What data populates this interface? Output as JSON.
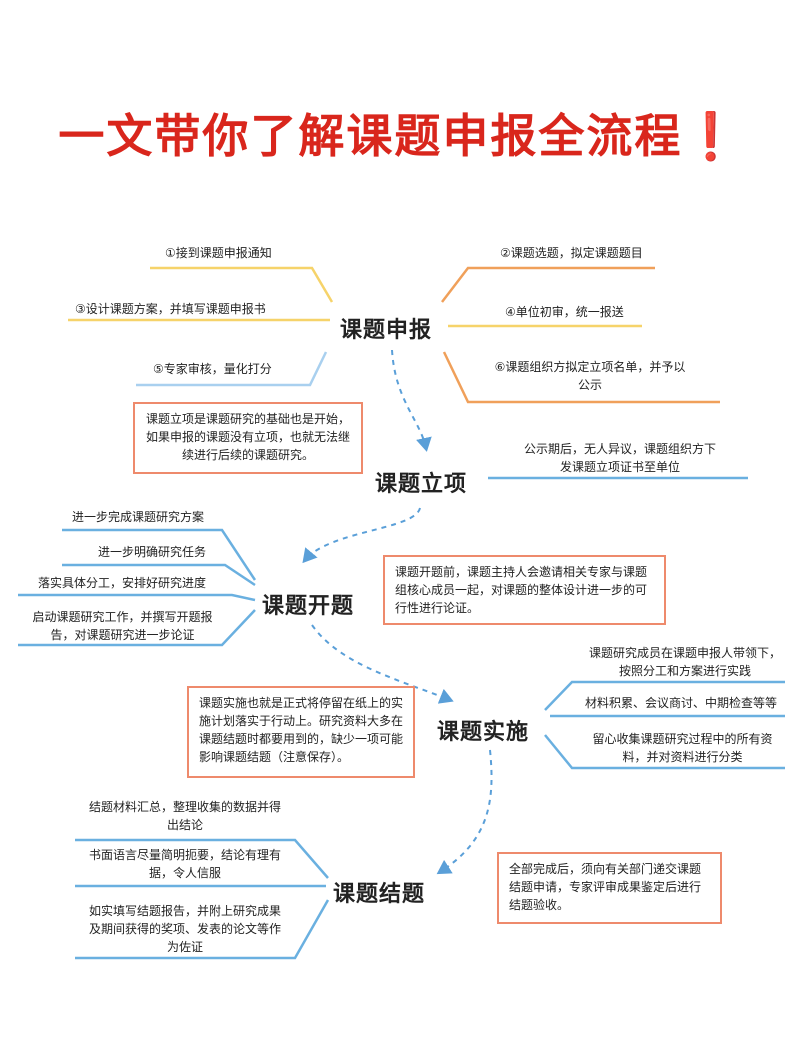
{
  "title": "一文带你了解课题申报全流程",
  "title_mark": "❗",
  "colors": {
    "title": "#d9261c",
    "yellow": "#f6d36a",
    "orange": "#f0a05a",
    "blue": "#6ab0e0",
    "box_border": "#ee8a6c",
    "dashed": "#5a9fd8"
  },
  "nodes": {
    "shenbao": "课题申报",
    "lixiang": "课题立项",
    "kaiti": "课题开题",
    "shishi": "课题实施",
    "jieti": "课题结题"
  },
  "shenbao": {
    "l1": "①接到课题申报通知",
    "l3": "③设计课题方案，并填写课题申报书",
    "l5": "⑤专家审核，量化打分",
    "r2": "②课题选题，拟定课题题目",
    "r4": "④单位初审，统一报送",
    "r6a": "⑥课题组织方拟定立项名单，并予以",
    "r6b": "公示",
    "box": "课题立项是课题研究的基础也是开始，如果申报的课题没有立项，也就无法继续进行后续的课题研究。"
  },
  "lixiang": {
    "r1a": "公示期后，无人异议，课题组织方下",
    "r1b": "发课题立项证书至单位"
  },
  "kaiti": {
    "l1": "进一步完成课题研究方案",
    "l2": "进一步明确研究任务",
    "l3": "落实具体分工，安排好研究进度",
    "l4a": "启动课题研究工作，并撰写开题报",
    "l4b": "告，对课题研究进一步论证",
    "box": "课题开题前，课题主持人会邀请相关专家与课题组核心成员一起，对课题的整体设计进一步的可行性进行论证。"
  },
  "shishi": {
    "r1a": "课题研究成员在课题申报人带领下，",
    "r1b": "按照分工和方案进行实践",
    "r2": "材料积累、会议商讨、中期检查等等",
    "r3a": "留心收集课题研究过程中的所有资",
    "r3b": "料，并对资料进行分类",
    "box": "课题实施也就是正式将停留在纸上的实施计划落实于行动上。研究资料大多在课题结题时都要用到的，缺少一项可能影响课题结题（注意保存）。"
  },
  "jieti": {
    "l1a": "结题材料汇总，整理收集的数据并得",
    "l1b": "出结论",
    "l2a": "书面语言尽量简明扼要，结论有理有",
    "l2b": "据，令人信服",
    "l3a": "如实填写结题报告，并附上研究成果",
    "l3b": "及期间获得的奖项、发表的论文等作",
    "l3c": "为佐证",
    "box": "全部完成后，须向有关部门递交课题结题申请，专家评审成果鉴定后进行结题验收。"
  }
}
